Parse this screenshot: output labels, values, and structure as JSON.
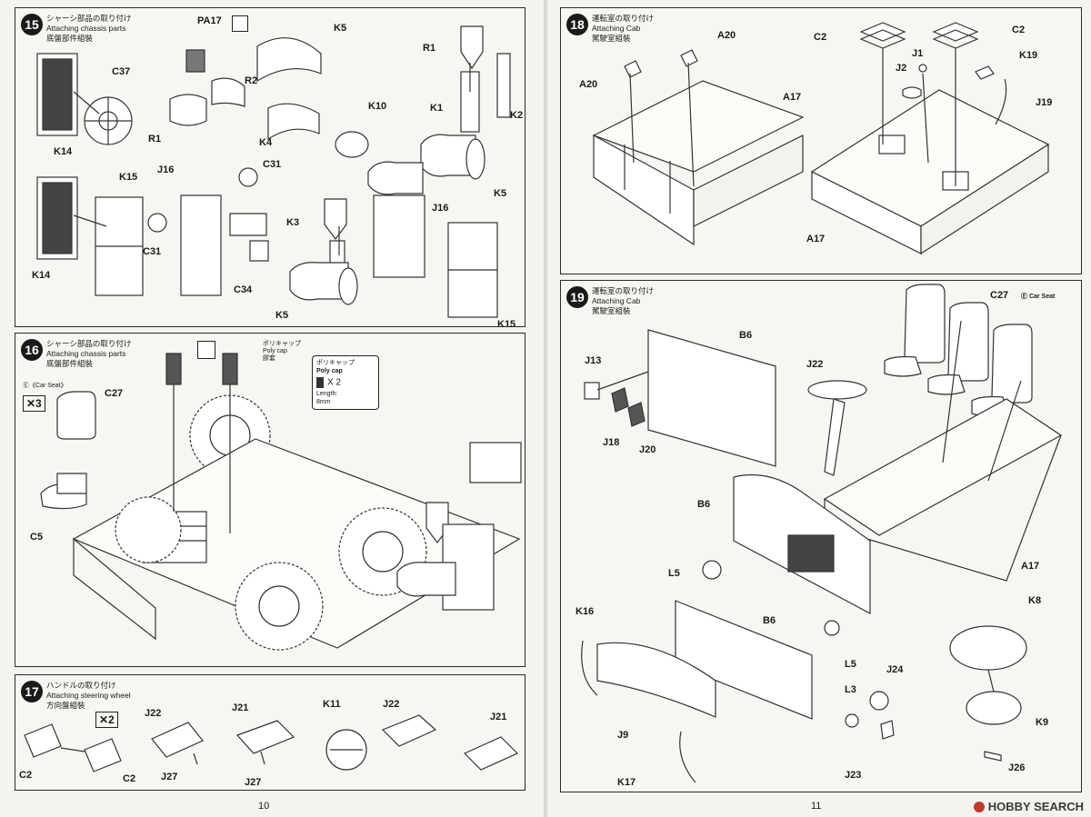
{
  "left_page": {
    "page_number": "10",
    "step15": {
      "number": "15",
      "title_jp": "シャーシ部品の取り付け",
      "title_en": "Attaching chassis parts",
      "title_cn": "底盤部件組裝",
      "labels": [
        "PA17",
        "K5",
        "R1",
        "R2",
        "C37",
        "K1",
        "K10",
        "K2",
        "R1",
        "K4",
        "K14",
        "K5",
        "J16",
        "C31",
        "K15",
        "K3",
        "J16",
        "C31",
        "C34",
        "K14",
        "K5",
        "K15"
      ]
    },
    "step16": {
      "number": "16",
      "title_jp": "シャーシ部品の取り付け",
      "title_en": "Attaching chassis parts",
      "title_cn": "底盤部件組裝",
      "car_seat_note": "Ⓔ《Car Seat》",
      "multiplier": "✕3",
      "polycap_jp": "ポリキャップ",
      "polycap_en": "Poly cap",
      "polycap_cn": "膠套",
      "callout_jp": "ポリキャップ",
      "callout_en": "Poly cap",
      "callout_count": "X 2",
      "callout_length_label": "Length:",
      "callout_length": "8mm",
      "labels": [
        "C27",
        "C5"
      ]
    },
    "step17": {
      "number": "17",
      "title_jp": "ハンドルの取り付け",
      "title_en": "Attaching steering wheel",
      "title_cn": "方向盤組裝",
      "multiplier": "✕2",
      "labels": [
        "J22",
        "J21",
        "K11",
        "J22",
        "J21",
        "C2",
        "C2",
        "J27",
        "J27"
      ]
    }
  },
  "right_page": {
    "page_number": "11",
    "step18": {
      "number": "18",
      "title_jp": "運転室の取り付け",
      "title_en": "Attaching Cab",
      "title_cn": "駕駛室組裝",
      "labels": [
        "A20",
        "A20",
        "C2",
        "C2",
        "J1",
        "K19",
        "J2",
        "J19",
        "A17",
        "A17"
      ]
    },
    "step19": {
      "number": "19",
      "title_jp": "運転室の取り付け",
      "title_en": "Attaching Cab",
      "title_cn": "駕駛室組裝",
      "car_seat_note": "Ⓔ Car Seat",
      "labels": [
        "B6",
        "C27",
        "J13",
        "J22",
        "J18",
        "J20",
        "B6",
        "L5",
        "A17",
        "K16",
        "B6",
        "K8",
        "L5",
        "J24",
        "L3",
        "J9",
        "K9",
        "J23",
        "K17",
        "J26"
      ]
    },
    "watermark": "HOBBY SEARCH"
  }
}
